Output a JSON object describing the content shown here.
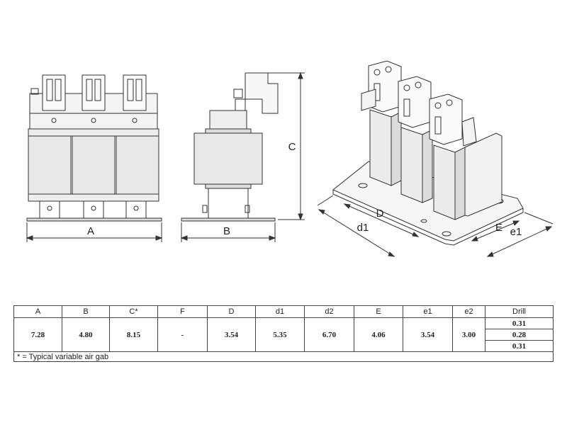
{
  "dimension_labels": {
    "front_width": "A",
    "side_width": "B",
    "height": "C",
    "iso_d": "D",
    "iso_d1": "d1",
    "iso_e": "E",
    "iso_e1": "e1"
  },
  "table": {
    "headers": [
      "A",
      "B",
      "C*",
      "F",
      "D",
      "d1",
      "d2",
      "E",
      "e1",
      "e2",
      "Drill"
    ],
    "values": [
      "7.28",
      "4.80",
      "8.15",
      "-",
      "3.54",
      "5.35",
      "6.70",
      "4.06",
      "3.54",
      "3.00"
    ],
    "drill": [
      "0.31",
      "0.28",
      "0.31"
    ],
    "footnote": "* = Typical variable air gab"
  },
  "colors": {
    "line": "#333333",
    "coil_fill": "#e8e8e8",
    "background": "#ffffff"
  }
}
